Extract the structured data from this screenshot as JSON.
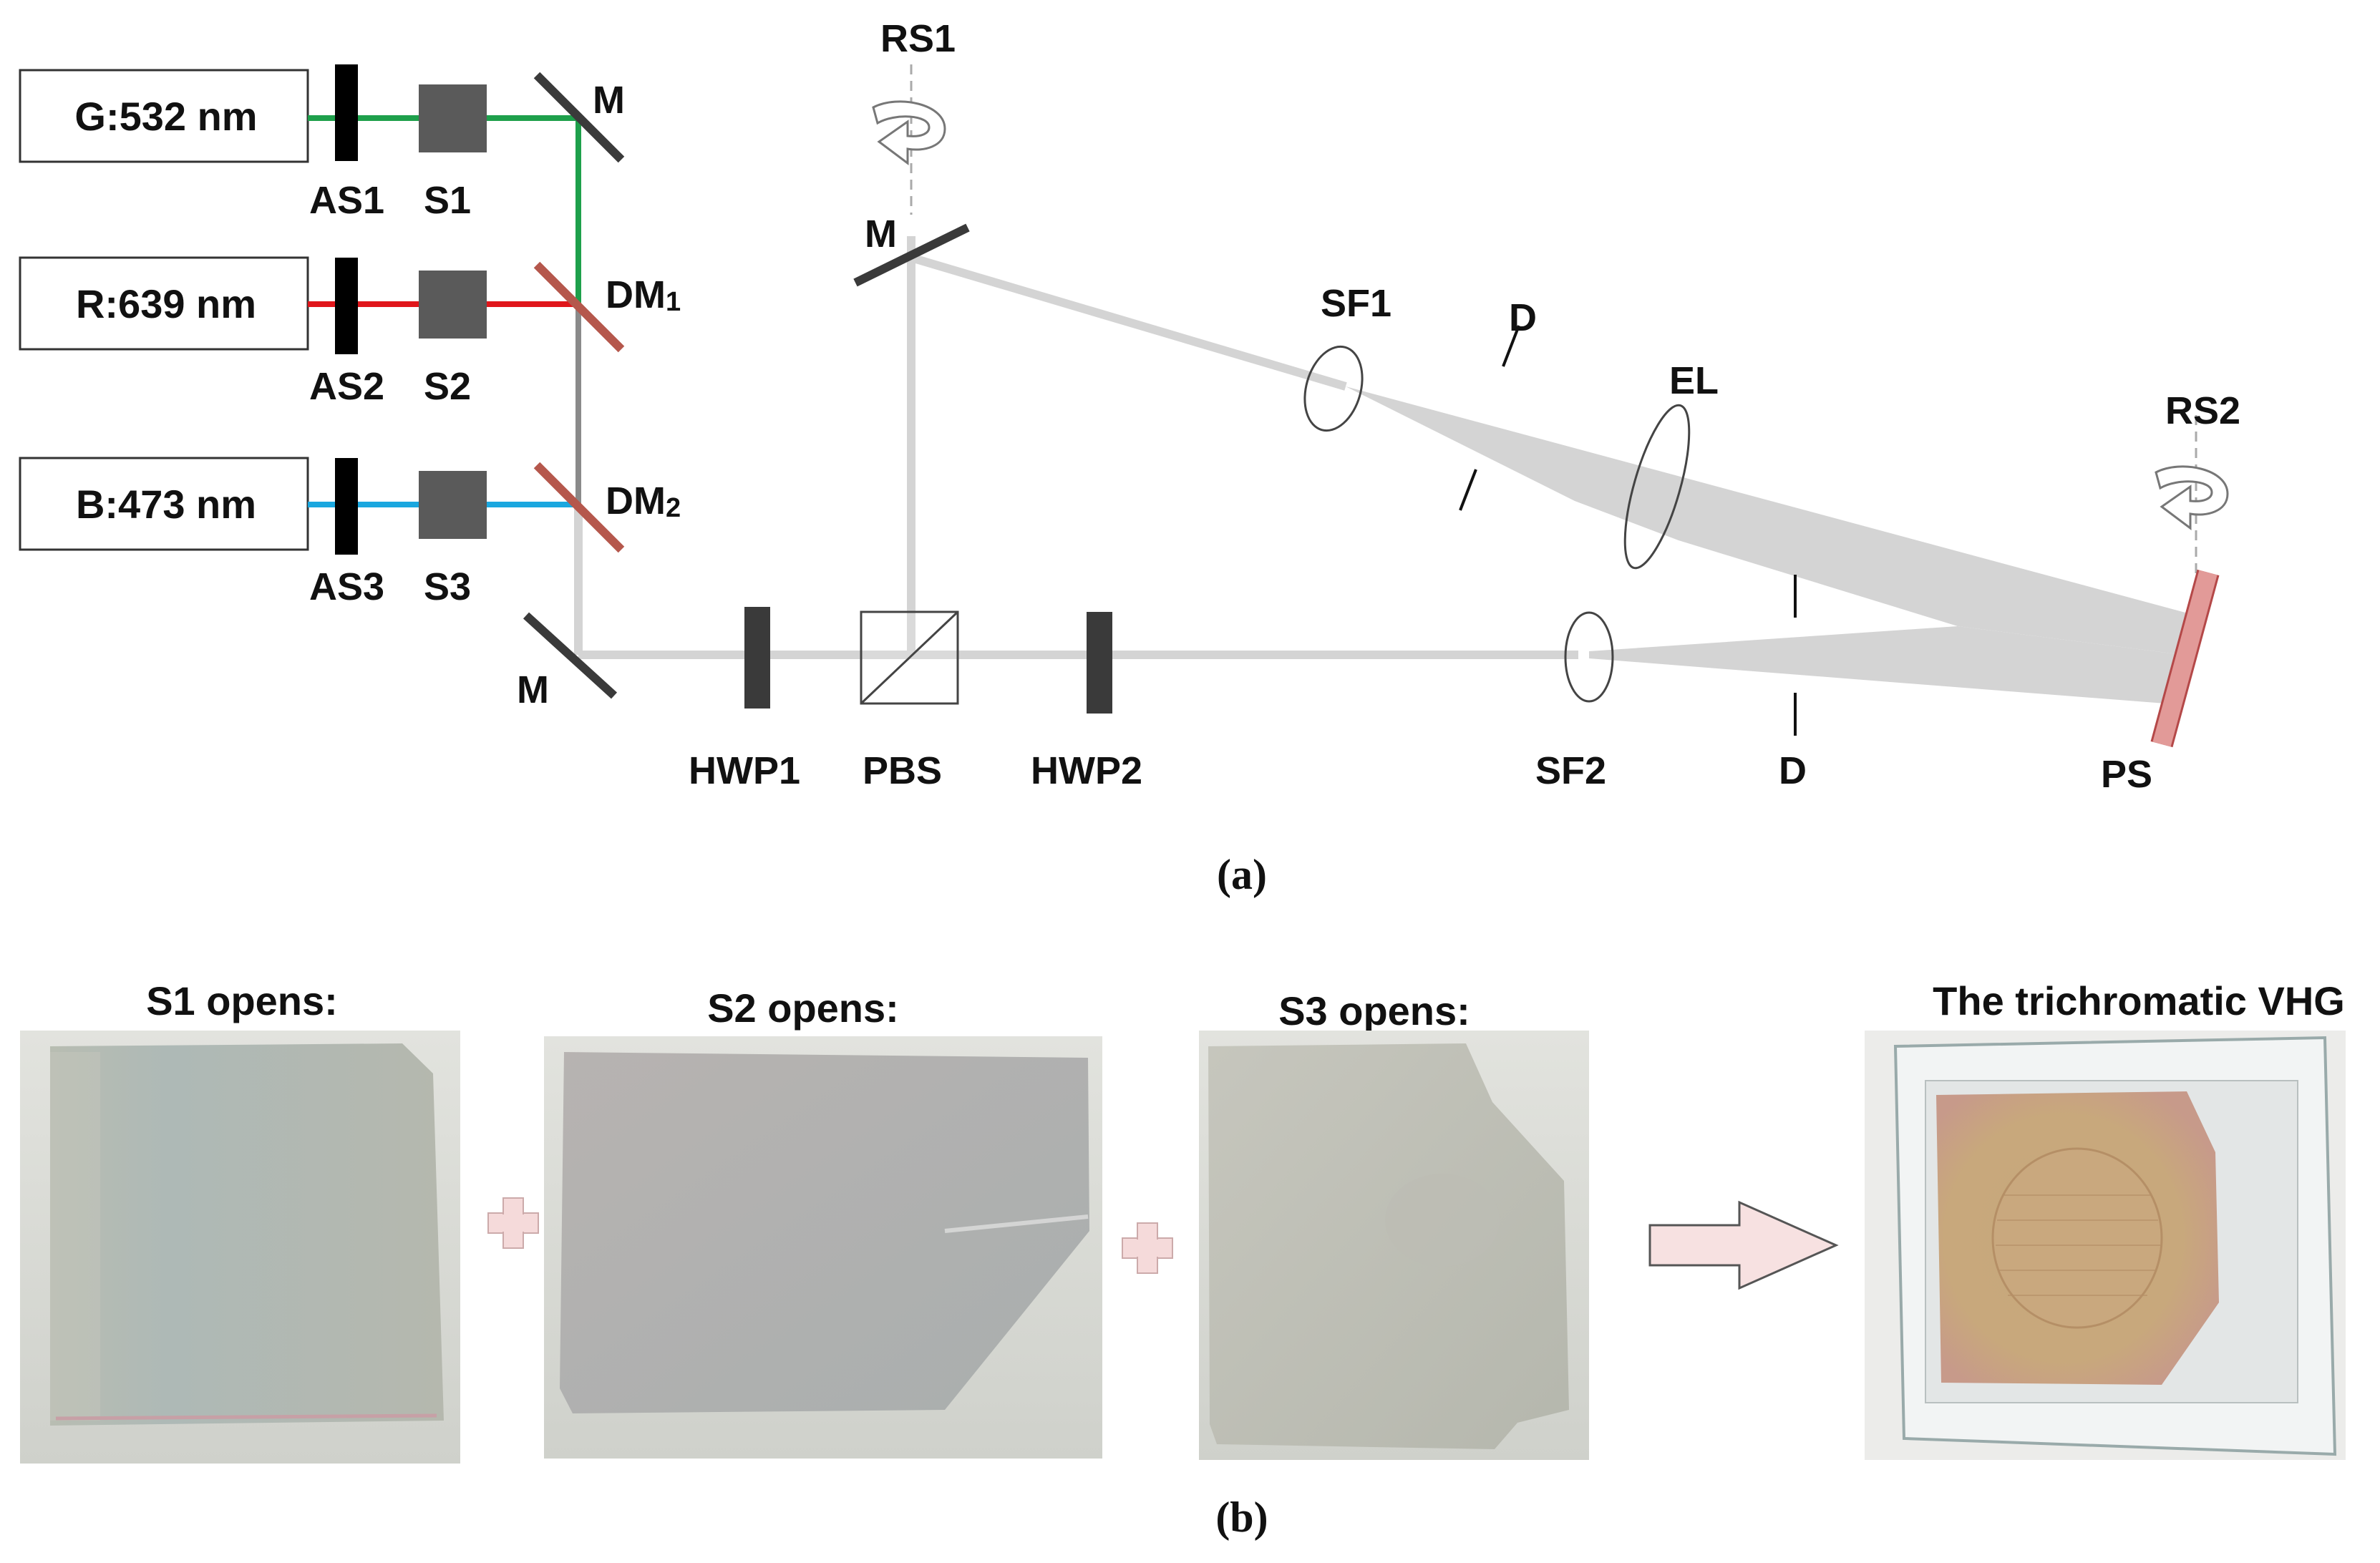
{
  "lasers": {
    "green": "G:532 nm",
    "red": "R:639 nm",
    "blue": "B:473 nm"
  },
  "colors": {
    "green": "#1ea04b",
    "red": "#e0161b",
    "blue": "#1aa7df",
    "beam_gray": "#d4d4d4",
    "mixed_beam": "#8a8a8a",
    "dichroic": "#b5574c",
    "plate": "#e29a98",
    "element_dark": "#3a3a3a"
  },
  "components": {
    "as1": "AS1",
    "s1": "S1",
    "as2": "AS2",
    "s2": "S2",
    "as3": "AS3",
    "s3": "S3",
    "m_top": "M",
    "m_bottom": "M",
    "m_mid": "M",
    "dm1_main": "DM",
    "dm1_sub": "1",
    "dm2_main": "DM",
    "dm2_sub": "2",
    "rs1": "RS1",
    "rs2": "RS2",
    "sf1": "SF1",
    "sf2": "SF2",
    "d_top": "D",
    "d_bottom": "D",
    "el": "EL",
    "hwp1": "HWP1",
    "pbs": "PBS",
    "hwp2": "HWP2",
    "ps": "PS"
  },
  "captions": {
    "a": "(a)",
    "b": "(b)"
  },
  "panel_b": {
    "s1_title": "S1 opens:",
    "s2_title": "S2 opens:",
    "s3_title": "S3 opens:",
    "vhg_title": "The trichromatic VHG"
  }
}
